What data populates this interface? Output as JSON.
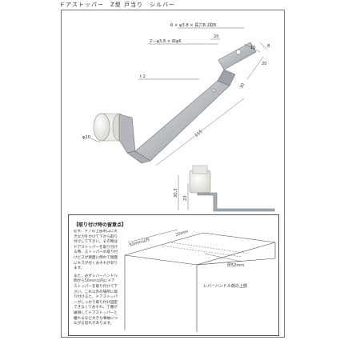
{
  "header": {
    "title": "ドアストッパー　Z型 戸当り　シルバー"
  },
  "drawing": {
    "dims": {
      "hole_long": "6 × φ3.8 × 長穴8.2取6",
      "hole_round": "2－φ3.8 × 皿φ6",
      "d20_top": "20",
      "d10": "10",
      "d8": "8",
      "d20_right": "20",
      "d30_top": "30",
      "thickness": "t 2",
      "length": "115",
      "dia": "φ20",
      "h303": "30.3",
      "h23": "23"
    },
    "colors": {
      "metal": "#b9bcc0",
      "metal_dark": "#7f848a",
      "rubber": "#f4f4ef",
      "rubber_shade": "#cfcfc8"
    }
  },
  "install_section": {
    "title": "【取り付け時の留意点】",
    "note1": "必ず、ドアの上部木口に大きな力をかけて下から取り付けして下さい。その時はドアストッパーを取り付ける時、ストッパーの取り付けビスが側面に倒れて側面にキズが付くおそれがあります。",
    "note2": "また、必ずレバーハンドル側から50mm以内にドアストッパーを取り付けて下さい。これ以外の場所に取り付けると、ドアストッパーがしっかり取り付け固定できなくておそれ、丁番が破損してドアストッパーと離れるなど大きな事故につながる恐れがあります。",
    "labels": {
      "w50": "50mm以内",
      "w20": "20mm",
      "depth": "厚52mm",
      "lever": "レバーハンドル側の上部"
    }
  }
}
